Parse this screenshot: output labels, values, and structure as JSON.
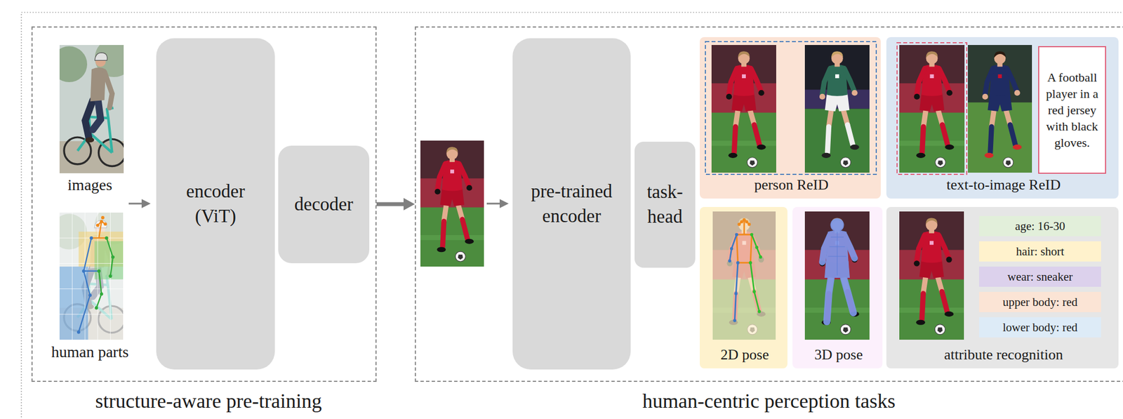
{
  "diagram": {
    "nodes": [
      {
        "text": [
          "structure-aware pre-training"
        ]
      },
      {
        "text": [
          "encoder (ViT)"
        ],
        "in": 0
      },
      {
        "text": [
          "decoder"
        ],
        "in": 0
      },
      {
        "text": [
          "human-centric perception tasks"
        ]
      },
      {
        "text": [
          "pre-trained encoder"
        ],
        "in": 3
      },
      {
        "text": [
          "task- head"
        ],
        "in": 3
      },
      {
        "text": [
          "person ReID"
        ],
        "in": 3
      },
      {
        "text": [
          "text-to-image ReID"
        ],
        "in": 3
      },
      {
        "text": [
          "A football player in a red jersey with black gloves."
        ],
        "in": 7
      },
      {
        "text": [
          "2D pose"
        ],
        "in": 3
      },
      {
        "text": [
          "3D pose"
        ],
        "in": 3
      },
      {
        "text": [
          "attribute recognition"
        ],
        "in": 3
      },
      {
        "text": [
          "age: 16-30"
        ],
        "in": 11
      },
      {
        "text": [
          "hair: short"
        ],
        "in": 11
      },
      {
        "text": [
          "wear: sneaker"
        ],
        "in": 11
      },
      {
        "text": [
          "upper body: red"
        ],
        "in": 11
      },
      {
        "text": [
          "lower body: red"
        ],
        "in": 11
      }
    ],
    "edges": [
      {
        "from": 0,
        "to": 3,
        "arrow": "to"
      }
    ],
    "labels": [
      "images",
      "human parts"
    ]
  }
}
